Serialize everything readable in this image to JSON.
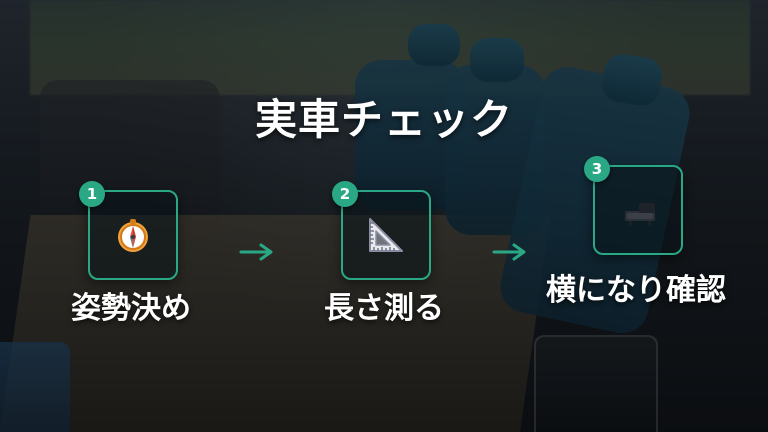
{
  "title": "実車チェック",
  "accent": "#2aa886",
  "steps": [
    {
      "number": "1",
      "label": "姿勢決め",
      "icon": "compass-icon"
    },
    {
      "number": "2",
      "label": "長さ測る",
      "icon": "triangle-ruler-icon"
    },
    {
      "number": "3",
      "label": "横になり確認",
      "icon": "seat-icon"
    }
  ]
}
